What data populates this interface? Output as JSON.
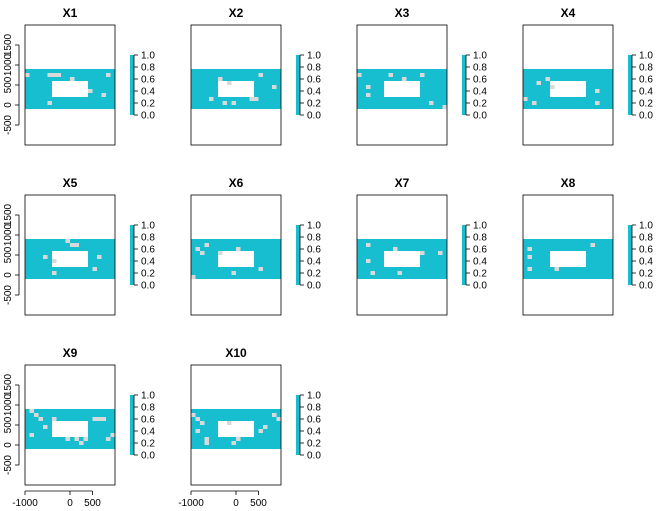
{
  "colors": {
    "fill": "#17BECF",
    "cell_light": "#D9D9D9",
    "hole": "#FFFFFF",
    "frame": "#000000"
  },
  "chart_data": {
    "type": "heatmap",
    "xlim": [
      -1000,
      1000
    ],
    "ylim": [
      -1000,
      2000
    ],
    "x_tick_values": [
      -1000,
      0,
      500
    ],
    "x_tick_labels": [
      "-1000",
      "0",
      "500"
    ],
    "y_tick_values": [
      1500,
      1000,
      500,
      0,
      -500
    ],
    "y_tick_labels": [
      "1500",
      "1000",
      "500",
      "0",
      "-500"
    ],
    "colorbar": {
      "range": [
        0,
        1
      ],
      "tick_values": [
        1.0,
        0.8,
        0.6,
        0.4,
        0.2,
        0.0
      ],
      "tick_labels": [
        "1.0",
        "0.8",
        "0.6",
        "0.4",
        "0.2",
        "0.0"
      ]
    },
    "band_y": [
      -100,
      900
    ],
    "hole": {
      "x": [
        -400,
        400
      ],
      "y": [
        200,
        600
      ]
    },
    "panels": [
      {
        "title": "X1",
        "cells": [
          [
            -1000,
            750,
            100
          ],
          [
            -500,
            750,
            100
          ],
          [
            -400,
            750,
            100
          ],
          [
            -300,
            750,
            100
          ],
          [
            0,
            650,
            100
          ],
          [
            400,
            350,
            100
          ],
          [
            800,
            750,
            100
          ],
          [
            -500,
            50,
            100
          ],
          [
            700,
            250,
            100
          ]
        ]
      },
      {
        "title": "X2",
        "cells": [
          [
            -400,
            650,
            100
          ],
          [
            -200,
            550,
            100
          ],
          [
            500,
            750,
            100
          ],
          [
            -600,
            150,
            100
          ],
          [
            300,
            150,
            100
          ],
          [
            400,
            150,
            100
          ],
          [
            -300,
            50,
            100
          ],
          [
            -100,
            50,
            100
          ],
          [
            800,
            450,
            100
          ]
        ]
      },
      {
        "title": "X3",
        "cells": [
          [
            -1000,
            750,
            100
          ],
          [
            -300,
            750,
            100
          ],
          [
            400,
            750,
            100
          ],
          [
            -800,
            450,
            100
          ],
          [
            -800,
            250,
            100
          ],
          [
            0,
            650,
            100
          ],
          [
            600,
            50,
            100
          ],
          [
            900,
            -50,
            100
          ]
        ]
      },
      {
        "title": "X4",
        "cells": [
          [
            -700,
            550,
            100
          ],
          [
            -500,
            650,
            100
          ],
          [
            -400,
            450,
            100
          ],
          [
            -800,
            50,
            100
          ],
          [
            600,
            350,
            100
          ],
          [
            600,
            50,
            100
          ],
          [
            -1000,
            150,
            100
          ]
        ]
      },
      {
        "title": "X5",
        "cells": [
          [
            -100,
            850,
            100
          ],
          [
            0,
            750,
            100
          ],
          [
            100,
            750,
            100
          ],
          [
            -600,
            450,
            100
          ],
          [
            -400,
            350,
            100
          ],
          [
            -400,
            50,
            100
          ],
          [
            600,
            450,
            100
          ],
          [
            500,
            150,
            100
          ]
        ]
      },
      {
        "title": "X6",
        "cells": [
          [
            -900,
            650,
            100
          ],
          [
            -700,
            750,
            100
          ],
          [
            -800,
            550,
            100
          ],
          [
            -400,
            550,
            100
          ],
          [
            0,
            650,
            100
          ],
          [
            500,
            150,
            100
          ],
          [
            -1000,
            -50,
            100
          ],
          [
            -100,
            50,
            100
          ]
        ]
      },
      {
        "title": "X7",
        "cells": [
          [
            -800,
            750,
            100
          ],
          [
            -200,
            650,
            100
          ],
          [
            -800,
            350,
            100
          ],
          [
            -700,
            50,
            100
          ],
          [
            -100,
            50,
            100
          ],
          [
            400,
            550,
            100
          ],
          [
            800,
            550,
            100
          ]
        ]
      },
      {
        "title": "X8",
        "cells": [
          [
            -900,
            650,
            100
          ],
          [
            -900,
            450,
            100
          ],
          [
            -900,
            150,
            100
          ],
          [
            500,
            750,
            100
          ],
          [
            -300,
            150,
            100
          ]
        ]
      },
      {
        "title": "X9",
        "cells": [
          [
            -900,
            850,
            100
          ],
          [
            -800,
            750,
            100
          ],
          [
            -700,
            650,
            100
          ],
          [
            -400,
            650,
            100
          ],
          [
            -600,
            450,
            100
          ],
          [
            -900,
            250,
            100
          ],
          [
            -100,
            150,
            100
          ],
          [
            100,
            150,
            100
          ],
          [
            300,
            150,
            100
          ],
          [
            200,
            50,
            100
          ],
          [
            500,
            650,
            100
          ],
          [
            600,
            650,
            100
          ],
          [
            700,
            650,
            100
          ],
          [
            900,
            250,
            100
          ],
          [
            800,
            150,
            100
          ]
        ]
      },
      {
        "title": "X10",
        "cells": [
          [
            -1000,
            750,
            100
          ],
          [
            -900,
            650,
            100
          ],
          [
            -800,
            550,
            100
          ],
          [
            -200,
            550,
            100
          ],
          [
            -900,
            350,
            100
          ],
          [
            -700,
            150,
            100
          ],
          [
            -700,
            50,
            100
          ],
          [
            -100,
            50,
            100
          ],
          [
            0,
            150,
            100
          ],
          [
            500,
            350,
            100
          ],
          [
            600,
            450,
            100
          ],
          [
            800,
            750,
            100
          ],
          [
            900,
            650,
            100
          ]
        ]
      }
    ]
  }
}
